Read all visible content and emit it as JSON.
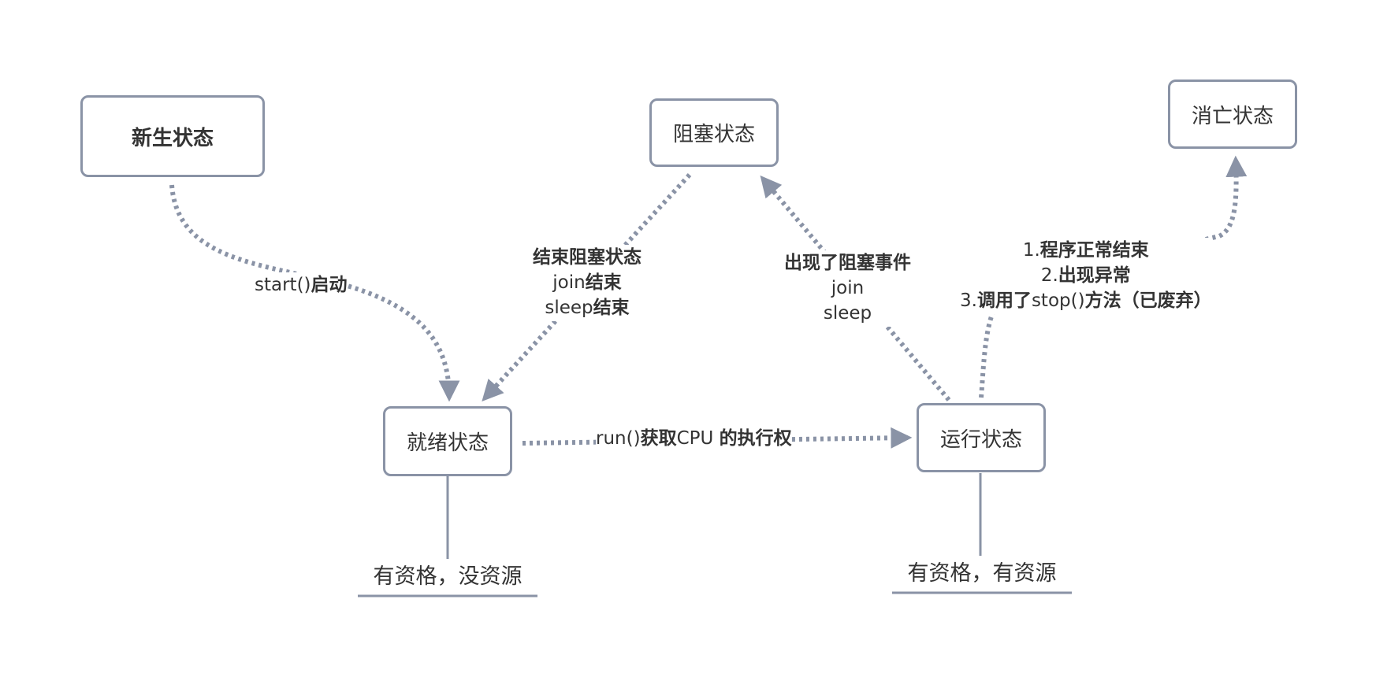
{
  "nodes": {
    "new": "新生状态",
    "blocked": "阻塞状态",
    "dead": "消亡状态",
    "ready": "就绪状态",
    "running": "运行状态"
  },
  "edges": {
    "start": {
      "p1": "start()",
      "p2": "启动"
    },
    "unblock": {
      "l1": "结束阻塞状态",
      "l2a": "join",
      "l2b": "结束",
      "l3a": "sleep",
      "l3b": "结束"
    },
    "block": {
      "l1": "出现了阻塞事件",
      "l2": "join",
      "l3": "sleep"
    },
    "run": {
      "p1": "run()",
      "p2": "获取",
      "p3": "CPU ",
      "p4": "的执行权"
    },
    "death": {
      "l1a": "1.",
      "l1b": "程序正常结束",
      "l2a": "2.",
      "l2b": "出现异常",
      "l3a": "3.",
      "l3b": "调用了",
      "l3c": "stop()",
      "l3d": "方法（已废弃）"
    }
  },
  "notes": {
    "ready": "有资格，没资源",
    "running": "有资格，有资源"
  },
  "colors": {
    "line": "#8a93a6",
    "text": "#333333"
  }
}
